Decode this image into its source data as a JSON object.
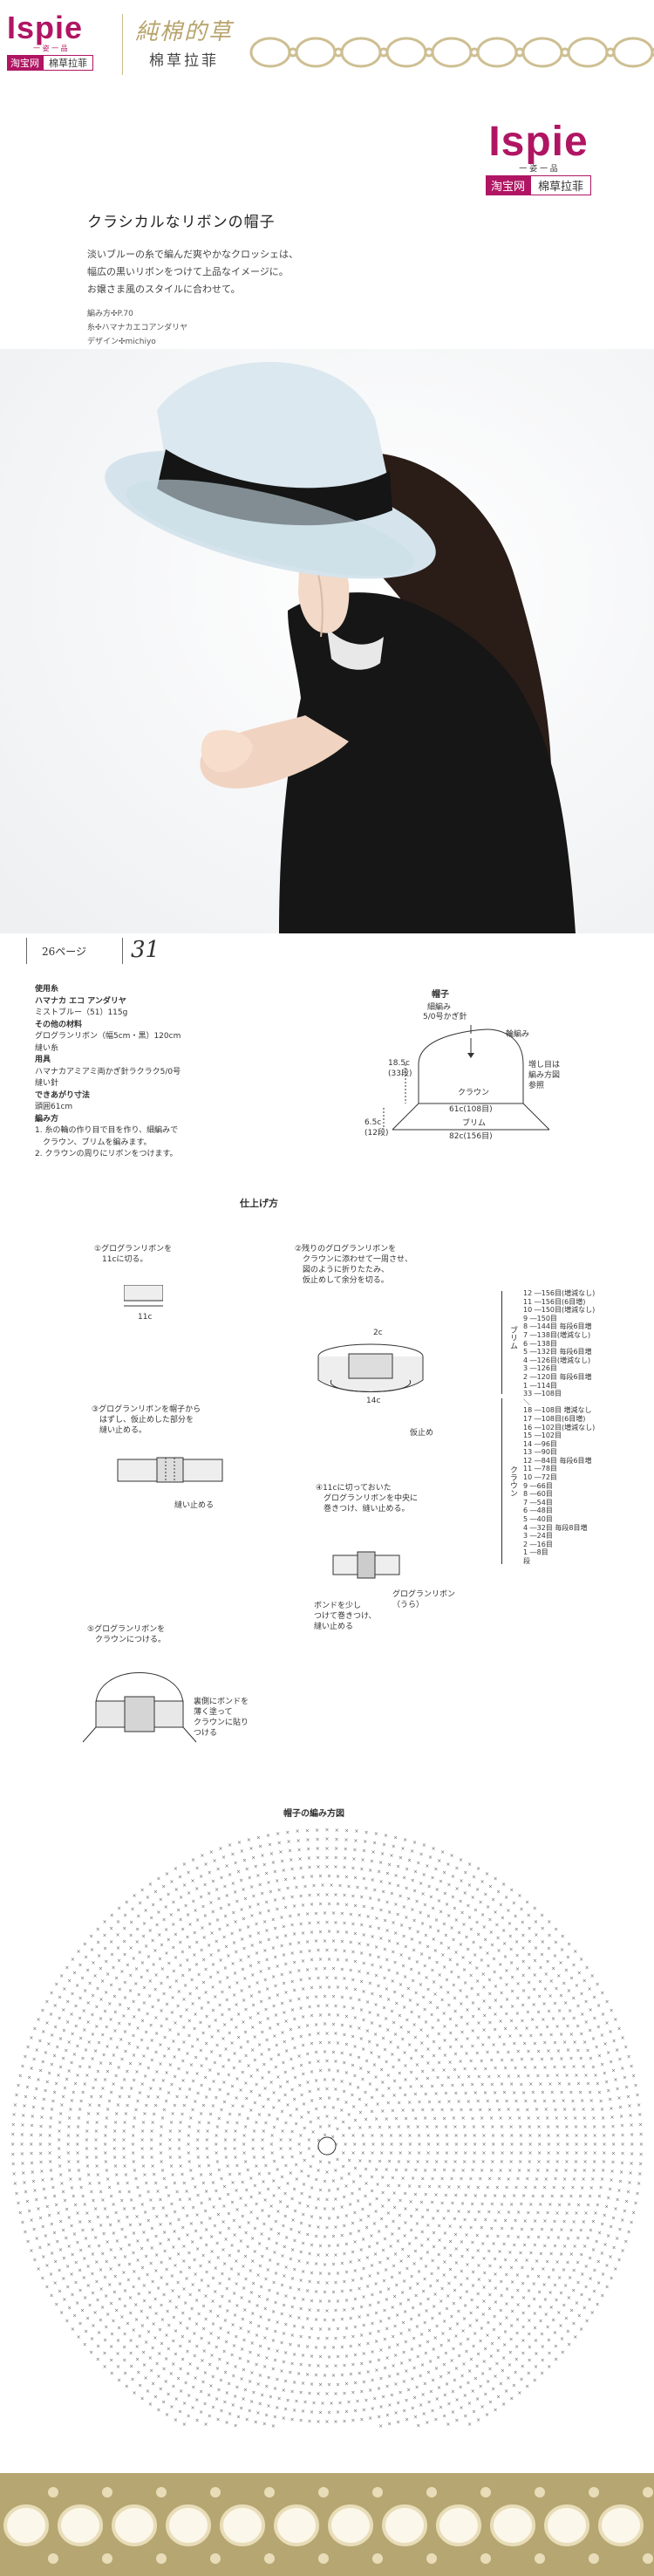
{
  "brand_top": {
    "word": "Ispie",
    "sub": "一 姿 一 品",
    "tag1": "淘宝网",
    "tag2": "棉草拉菲",
    "script": "純棉的草",
    "script_sub": "棉草拉菲"
  },
  "brand_main": {
    "word": "Ispie",
    "sub": "一 姿 一 品",
    "tag1": "淘宝网",
    "tag2": "棉草拉菲"
  },
  "article": {
    "title": "クラシカルなリボンの帽子",
    "intro": [
      "淡いブルーの糸で編んだ爽やかなクロッシェは、",
      "幅広の黒いリボンをつけて上品なイメージに。",
      "お嬢さま風のスタイルに合わせて。"
    ],
    "credits": [
      "編み方✣P.70",
      "糸✣ハマナカエコアンダリヤ",
      "デザイン✣michiyo"
    ]
  },
  "page_ref": {
    "page_label": "26ページ",
    "number": "31"
  },
  "materials": [
    {
      "text": "使用糸",
      "bold": true
    },
    {
      "text": "ハマナカ エコ アンダリヤ",
      "bold": true
    },
    {
      "text": "ミストブルー（51）115g",
      "bold": false
    },
    {
      "text": "その他の材料",
      "bold": true
    },
    {
      "text": "グログランリボン（幅5cm・黒）120cm",
      "bold": false
    },
    {
      "text": "縫い糸",
      "bold": false
    },
    {
      "text": "用具",
      "bold": true
    },
    {
      "text": "ハマナカアミアミ両かぎ針ラクラク5/0号",
      "bold": false
    },
    {
      "text": "縫い針",
      "bold": false
    },
    {
      "text": "できあがり寸法",
      "bold": true
    },
    {
      "text": "頭囲61cm",
      "bold": false
    },
    {
      "text": "編み方",
      "bold": true
    },
    {
      "text": "1. 糸の輪の作り目で目を作り、細編みで",
      "bold": false
    },
    {
      "text": "　クラウン、ブリムを編みます。",
      "bold": false
    },
    {
      "text": "2. クラウンの周りにリボンをつけます。",
      "bold": false
    }
  ],
  "hat_diagram": {
    "title": "帽子",
    "subtitle": "細編み",
    "hook": "5/0号かぎ針",
    "start": "輪編み",
    "increase": "増し目は\n編み方図\n参照",
    "depth": "18.5c\n(33段)",
    "crown": "クラウン",
    "crown_size": "61c(108目)",
    "brim": "ブリム",
    "brim_size": "82c(156目)",
    "brim_depth": "6.5c\n(12段)"
  },
  "finishing": {
    "title": "仕上げ方",
    "step1": "①グログランリボンを\n　11cに切る。",
    "step1_dim": "11c",
    "step2": "②残りのグログランリボンを\n　クラウンに添わせて一周させ、\n　図のように折りたたみ、\n　仮止めして余分を切る。",
    "step2_dim_a": "2c",
    "step2_dim_b": "14c",
    "step2_note": "仮止め",
    "step3": "③グログランリボンを帽子から\n　はずし、仮止めした部分を\n　縫い止める。",
    "step3_note": "縫い止める",
    "step4": "④11cに切っておいた\n　グログランリボンを中央に\n　巻きつけ、縫い止める。",
    "step4_note_a": "ボンドを少し\nつけて巻きつけ、\n縫い止める",
    "step4_note_b": "グログランリボン\n（うら）",
    "step5": "⑤グログランリボンを\n　クラウンにつける。",
    "step5_note": "裏側にボンドを\n薄く塗って\nクラウンに貼り\nつける"
  },
  "row_table": {
    "rows": [
      "12 ―156目(増減なし)",
      "11 ―156目(6目増)",
      "10 ―150目(増減なし)",
      " 9 ―150目",
      " 8 ―144目  毎段6目増",
      " 7 ―138目(増減なし)",
      " 6 ―138目",
      " 5 ―132目  毎段6目増",
      " 4 ―126目(増減なし)",
      " 3 ―126目",
      " 2 ―120目  毎段6目増",
      " 1 ―114目",
      "33 ―108目",
      "  ＼",
      "18 ―108目   増減なし",
      "17 ―108目(6目増)",
      "16 ―102目(増減なし)",
      "15 ―102目",
      "14 ―96目",
      "13 ―90目",
      "12 ―84目  毎段6目増",
      "11 ―78目",
      "10 ―72目",
      " 9 ―66目",
      " 8 ―60目",
      " 7 ―54目",
      " 6 ―48目",
      " 5 ―40目",
      " 4 ―32目  毎段8目増",
      " 3 ―24目",
      " 2 ―16目",
      " 1 ―8目",
      "段"
    ],
    "label_brim": "ブリム",
    "label_crown": "クラウン",
    "note_inc6": "毎段6目増",
    "note_same": "増減なし",
    "note_inc8": "毎段8目増"
  },
  "chart_title": "帽子の編み方図",
  "colors": {
    "brand": "#b01563",
    "lace": "#b9aa78",
    "hat": "#cfe0e8",
    "ribbon": "#141414"
  }
}
